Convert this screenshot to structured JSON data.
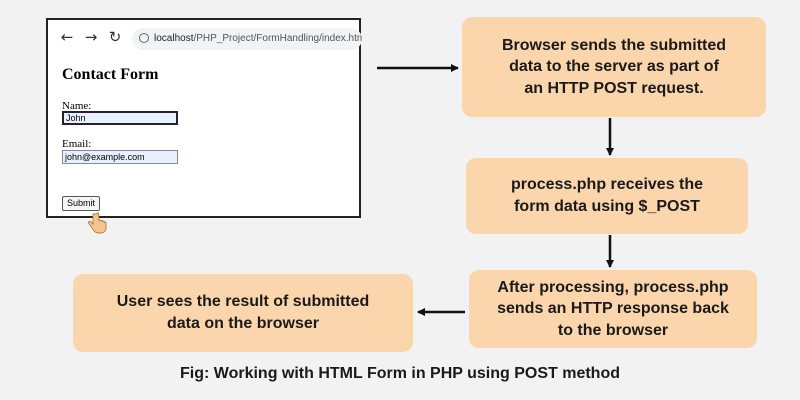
{
  "browser": {
    "back_icon": "arrow-left-icon",
    "forward_icon": "arrow-right-icon",
    "reload_icon": "reload-icon",
    "url_host": "localhost",
    "url_path": "/PHP_Project/FormHandling/index.html"
  },
  "form": {
    "title": "Contact Form",
    "name_label": "Name:",
    "name_value": "John",
    "email_label": "Email:",
    "email_value": "john@example.com",
    "submit_label": "Submit"
  },
  "steps": {
    "step1": "Browser sends the submitted\ndata to the server as part of\nan HTTP POST request.",
    "step2": "process.php receives the\nform data using $_POST",
    "step3": "After processing, process.php\nsends an HTTP response back\nto the browser",
    "step4": "User sees the result of submitted\ndata on the browser"
  },
  "caption": "Fig: Working with HTML Form in PHP using POST method",
  "colors": {
    "background": "#f2f2f2",
    "box_fill": "#fbd5ac",
    "arrow": "#111111"
  }
}
